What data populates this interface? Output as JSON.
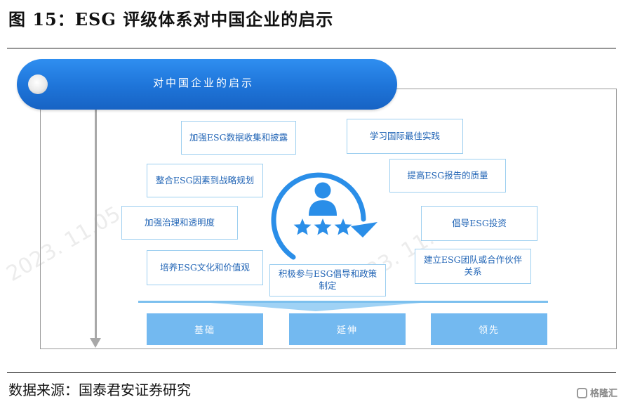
{
  "figure": {
    "title": "图 15：ESG 评级体系对中国企业的启示",
    "source": "数据来源：国泰君安证券研究"
  },
  "banner": {
    "label": "对中国企业的启示"
  },
  "boxes": [
    {
      "text": "加强ESG数据收集和披露"
    },
    {
      "text": "学习国际最佳实践"
    },
    {
      "text": "整合ESG因素到战略规划"
    },
    {
      "text": "提高ESG报告的质量"
    },
    {
      "text": "加强治理和透明度"
    },
    {
      "text": "倡导ESG投资"
    },
    {
      "text": "培养ESG文化和价值观"
    },
    {
      "text": "积极参与ESG倡导和政策制定"
    },
    {
      "text": "建立ESG团队或合作伙伴关系"
    }
  ],
  "stages": [
    {
      "label": "基础"
    },
    {
      "label": "延伸"
    },
    {
      "label": "领先"
    }
  ],
  "logo": {
    "text": "格隆汇"
  },
  "colors": {
    "banner": "#1e74d8",
    "accent": "#2a8ee8",
    "box_border": "#9dcff0",
    "box_text": "#1f63b5",
    "stage": "#73b9f0"
  }
}
